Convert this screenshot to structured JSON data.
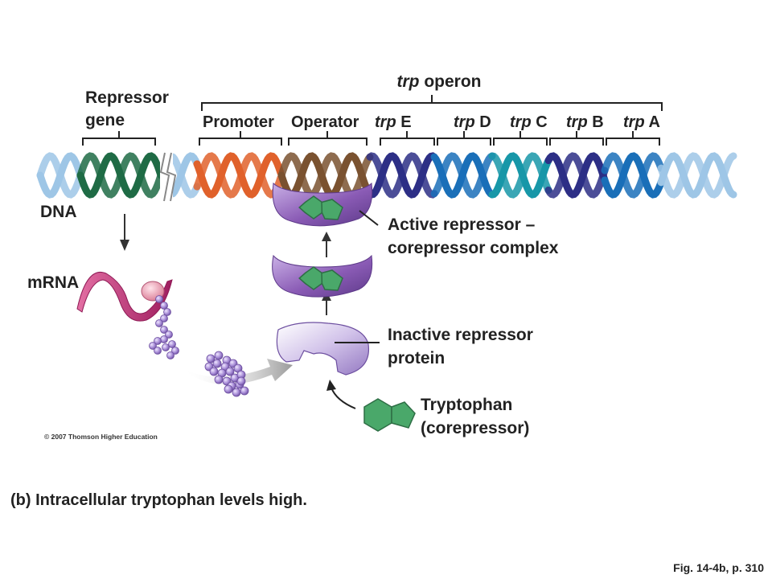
{
  "labels": {
    "operon_title_italic": "trp",
    "operon_title_rest": " operon",
    "repressor_gene_line1": "Repressor",
    "repressor_gene_line2": "gene",
    "promoter": "Promoter",
    "operator": "Operator",
    "trp_italic": "trp",
    "gene_E": " E",
    "gene_D": " D",
    "gene_C": " C",
    "gene_B": " B",
    "gene_A": " A",
    "dna": "DNA",
    "mrna": "mRNA",
    "active_complex_line1": "Active repressor –",
    "active_complex_line2": "corepressor complex",
    "inactive_repressor_line1": "Inactive repressor",
    "inactive_repressor_line2": "protein",
    "tryptophan_line1": "Tryptophan",
    "tryptophan_line2": "(corepressor)",
    "copyright": "© 2007 Thomson Higher Education",
    "caption": "(b) Intracellular tryptophan levels high.",
    "fig_ref": "Fig. 14-4b, p. 310"
  },
  "colors": {
    "repressor_gene": "#1f6b45",
    "promoter": "#e0612b",
    "operator": "#7a5230",
    "trp_E": "#2d2f86",
    "trp_D": "#1a6fb8",
    "trp_C": "#1797a8",
    "trp_B": "#2d2f86",
    "trp_A": "#1a6fb8",
    "dna_backbone": "#9ec6e6",
    "repressor_protein": "#8a5bb5",
    "tryptophan": "#4aa86a",
    "mrna": "#c8337a",
    "ribosome": "#f0a7b6",
    "polypeptide": "#a68bd6"
  }
}
